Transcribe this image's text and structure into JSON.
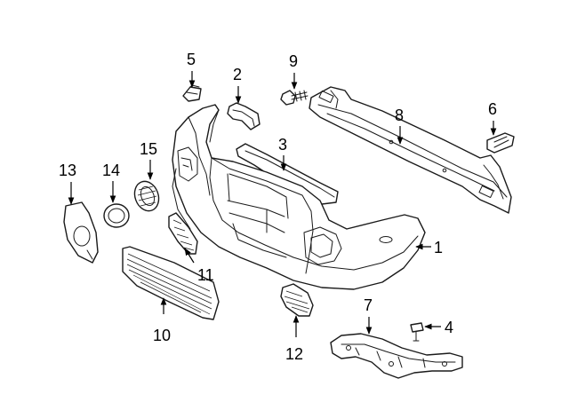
{
  "diagram": {
    "style": {
      "line_color": "#1a1a1a",
      "background": "#ffffff"
    },
    "callouts": [
      {
        "id": "1",
        "label": "1"
      },
      {
        "id": "2",
        "label": "2"
      },
      {
        "id": "3",
        "label": "3"
      },
      {
        "id": "4",
        "label": "4"
      },
      {
        "id": "5",
        "label": "5"
      },
      {
        "id": "6",
        "label": "6"
      },
      {
        "id": "7",
        "label": "7"
      },
      {
        "id": "8",
        "label": "8"
      },
      {
        "id": "9",
        "label": "9"
      },
      {
        "id": "10",
        "label": "10"
      },
      {
        "id": "11",
        "label": "11"
      },
      {
        "id": "12",
        "label": "12"
      },
      {
        "id": "13",
        "label": "13"
      },
      {
        "id": "14",
        "label": "14"
      },
      {
        "id": "15",
        "label": "15"
      }
    ]
  }
}
